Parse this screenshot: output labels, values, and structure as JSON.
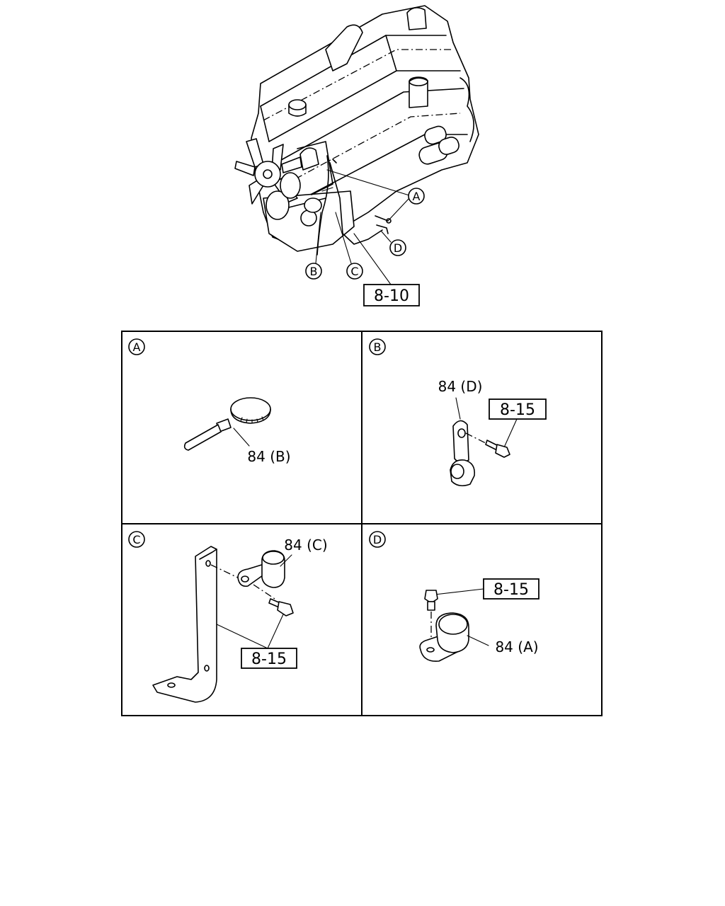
{
  "main_view": {
    "callouts": {
      "a": "A",
      "b": "B",
      "c": "C",
      "d": "D"
    },
    "ref_box": "8-10"
  },
  "panels": [
    {
      "letter": "A",
      "part_label": "84 (B)"
    },
    {
      "letter": "B",
      "part_label": "84 (D)",
      "ref_box": "8-15"
    },
    {
      "letter": "C",
      "part_label": "84 (C)",
      "ref_box": "8-15"
    },
    {
      "letter": "D",
      "part_label": "84 (A)",
      "ref_box": "8-15"
    }
  ]
}
